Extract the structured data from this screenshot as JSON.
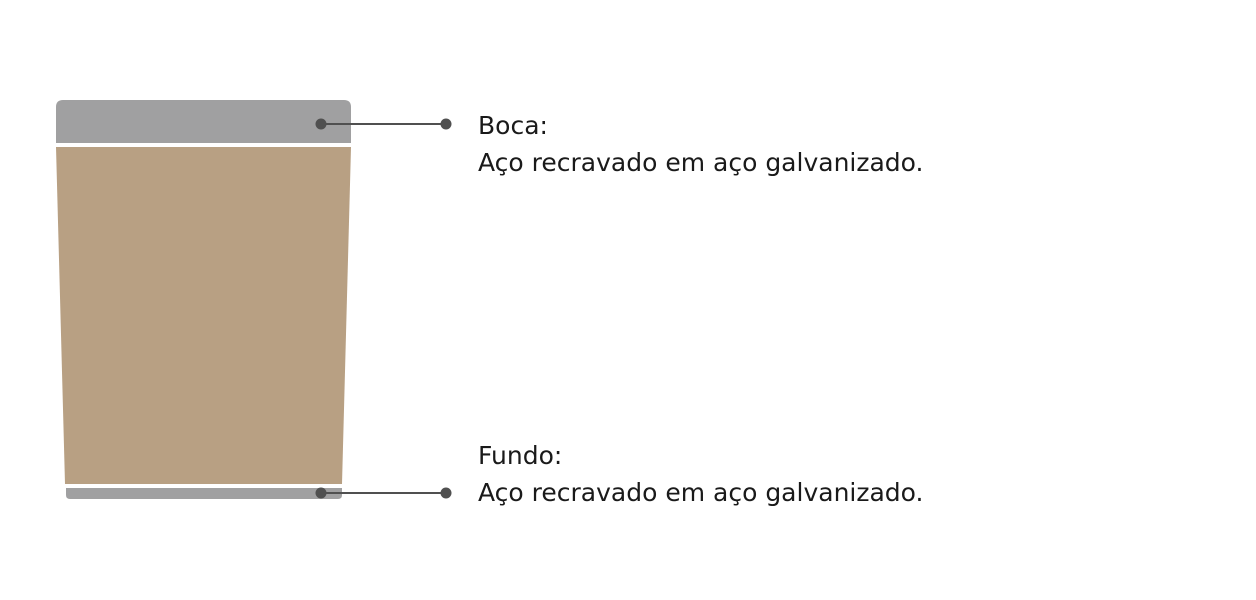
{
  "colors": {
    "rim": "#a0a0a1",
    "body": "#b8a083",
    "bottom_band": "#a0a0a1",
    "leader": "#505050",
    "text": "#1a1a1a"
  },
  "callouts": {
    "top": {
      "title": "Boca:",
      "description": "Aço recravado em aço galvanizado."
    },
    "bottom": {
      "title": "Fundo:",
      "description": "Aço recravado em aço galvanizado."
    }
  }
}
